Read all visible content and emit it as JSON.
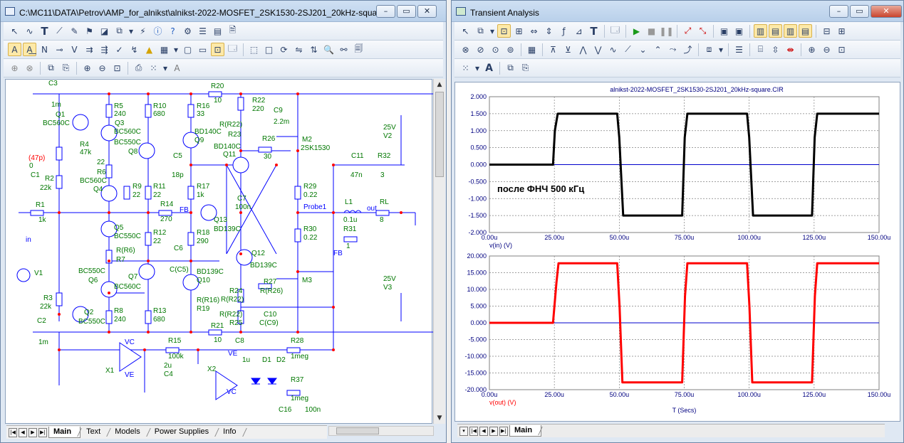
{
  "schematic_window": {
    "title": "C:\\MC11\\DATA\\Petrov\\AMP_for_alnikst\\alnikst-2022-MOSFET_2SK1530-2SJ201_20kHz-squa...",
    "window_buttons": {
      "minimize": "–",
      "restore": "▭",
      "close": "✕"
    },
    "labels": {
      "c3": "C3",
      "c3v": "1m",
      "q1": "Q1",
      "q1t": "BC560C",
      "r5": "R5",
      "r5v": "240",
      "q3": "Q3",
      "q3t": "BC560C",
      "q3t2": "BC550C",
      "r10": "R10",
      "r10v": "680",
      "r16": "R16",
      "r16v": "33",
      "r20": "R20",
      "r20v": "10",
      "r22": "R22",
      "r22v": "220",
      "c9": "C9",
      "c9v": "2.2m",
      "rr22": "R(R22)",
      "r23": "R23",
      "bd140a": "BD140C",
      "q9": "Q9",
      "bd140b": "BD140C",
      "q11": "Q11",
      "r26": "R26",
      "r26v": "30",
      "m2": "M2",
      "m2t": "2SK1530",
      "v2v": "25V",
      "v2": "V2",
      "c1v47": "(47p)",
      "c1z": "0",
      "c1": "C1",
      "r2": "R2",
      "r2v": "22k",
      "r4": "R4",
      "r4v": "47k",
      "q8": "Q8",
      "c5": "C5",
      "c5v": "18p",
      "r6": "R6",
      "r6v": "22",
      "bc560q4": "BC560C",
      "q4": "Q4",
      "r9": "R9",
      "r9v": "22",
      "r11": "R11",
      "r11v": "22",
      "r17": "R17",
      "r17v": "1k",
      "c7": "C7",
      "c7v": "100n",
      "c11": "C11",
      "c11v": "47n",
      "r32": "R32",
      "r32v": "3",
      "r29": "R29",
      "r29v": "0.22",
      "l1": "L1",
      "l1v": "0.1u",
      "probe": "Probe1",
      "out": "out",
      "rl": "RL",
      "rlv": "8",
      "r1": "R1",
      "r1v": "1k",
      "in": "in",
      "r14": "R14",
      "r14v": "270",
      "fb1": "FB",
      "q13": "Q13",
      "bd139q13": "BD139C",
      "q5": "Q5",
      "bc550q5": "BC550C",
      "r12": "R12",
      "r12v": "22",
      "r18": "R18",
      "r18v": "290",
      "r30": "R30",
      "r30v": "0.22",
      "r31": "R31",
      "r31v": "1",
      "fb2": "FB",
      "rr6": "R(R6)",
      "r7": "R7",
      "c6": "C6",
      "cc5": "C(C5)",
      "q12": "Q12",
      "bd139q12": "BD139C",
      "v1": "V1",
      "bc550q6": "BC550C",
      "q6": "Q6",
      "q7": "Q7",
      "bc560q7": "BC560C",
      "bd139q10": "BD139C",
      "q10": "Q10",
      "r27": "R27",
      "rr26": "R(R26)",
      "m3": "M3",
      "v3v": "25V",
      "v3": "V3",
      "r3": "R3",
      "r3v": "22k",
      "r8": "R8",
      "r8v": "240",
      "r13": "R13",
      "r13v": "680",
      "rr16": "R(R16)",
      "r19": "R19",
      "r24": "R24",
      "rr22b": "R(R22)",
      "rr22c": "R(R22)",
      "r25": "R25",
      "c10": "C10",
      "cc9": "C(C9)",
      "q2": "Q2",
      "bc550q2": "BC550C",
      "c2": "C2",
      "c2v": "1m",
      "r21": "R21",
      "r21v": "10",
      "vc1": "VC",
      "r15": "R15",
      "r15v": "100k",
      "c8": "C8",
      "r28": "R28",
      "r28v": "1meg",
      "x1": "X1",
      "c4v": "2u",
      "c4": "C4",
      "ve2": "VE",
      "c8v": "1u",
      "d1": "D1",
      "d2": "D2",
      "x2": "X2",
      "r37": "R37",
      "r37v": "1meg",
      "ve1": "VE",
      "vc2": "VC",
      "c16": "C16",
      "c16v": "100n"
    },
    "tabs": [
      "Main",
      "Text",
      "Models",
      "Power Supplies",
      "Info"
    ]
  },
  "analysis_window": {
    "title": "Transient Analysis",
    "window_buttons": {
      "minimize": "–",
      "restore": "▭",
      "close": "✕"
    },
    "plot_title": "alnikst-2022-MOSFET_2SK1530-2SJ201_20kHz-square.CIR",
    "annotation": "после ФНЧ 500 кГц",
    "tabs": [
      "Main"
    ]
  },
  "chart_data": [
    {
      "type": "line",
      "title": "alnikst-2022-MOSFET_2SK1530-2SJ201_20kHz-square.CIR",
      "xlabel": "",
      "ylabel": "v(in) (V)",
      "xlim": [
        0,
        150
      ],
      "ylim": [
        -2,
        2
      ],
      "x_ticks": [
        "0.00u",
        "25.00u",
        "50.00u",
        "75.00u",
        "100.00u",
        "125.00u",
        "150.00u"
      ],
      "y_ticks": [
        "2.000",
        "1.500",
        "1.000",
        "0.500",
        "0.000",
        "-0.500",
        "-1.000",
        "-1.500",
        "-2.000"
      ],
      "grid": true,
      "color": "#000000",
      "series": [
        {
          "name": "v(in) (V)",
          "x": [
            0,
            24.5,
            25.2,
            26.3,
            49.2,
            50.0,
            51.5,
            74.2,
            75.2,
            76.2,
            99.2,
            100.0,
            101.5,
            124.2,
            125.2,
            126.2,
            150
          ],
          "y": [
            0,
            0,
            1.0,
            1.5,
            1.5,
            0.8,
            -1.5,
            -1.5,
            0.8,
            1.5,
            1.5,
            0.8,
            -1.5,
            -1.5,
            0.8,
            1.5,
            1.5
          ]
        }
      ]
    },
    {
      "type": "line",
      "title": "",
      "xlabel": "T (Secs)",
      "ylabel": "v(out) (V)",
      "xlim": [
        0,
        150
      ],
      "ylim": [
        -20,
        20
      ],
      "x_ticks": [
        "0.00u",
        "25.00u",
        "50.00u",
        "75.00u",
        "100.00u",
        "125.00u",
        "150.00u"
      ],
      "y_ticks": [
        "20.000",
        "15.000",
        "10.000",
        "5.000",
        "0.000",
        "-5.000",
        "-10.000",
        "-15.000",
        "-20.000"
      ],
      "grid": true,
      "color": "#ff0000",
      "series": [
        {
          "name": "v(out) (V)",
          "x": [
            0,
            24.5,
            25.8,
            26.6,
            49.2,
            50.1,
            51.2,
            74.2,
            75.3,
            76.2,
            99.2,
            100.1,
            101.2,
            124.2,
            125.3,
            126.2,
            150
          ],
          "y": [
            0,
            0,
            12,
            17.8,
            17.8,
            5,
            -17.8,
            -17.8,
            8,
            17.8,
            17.8,
            5,
            -17.8,
            -17.8,
            8,
            17.8,
            17.8
          ]
        }
      ]
    }
  ]
}
